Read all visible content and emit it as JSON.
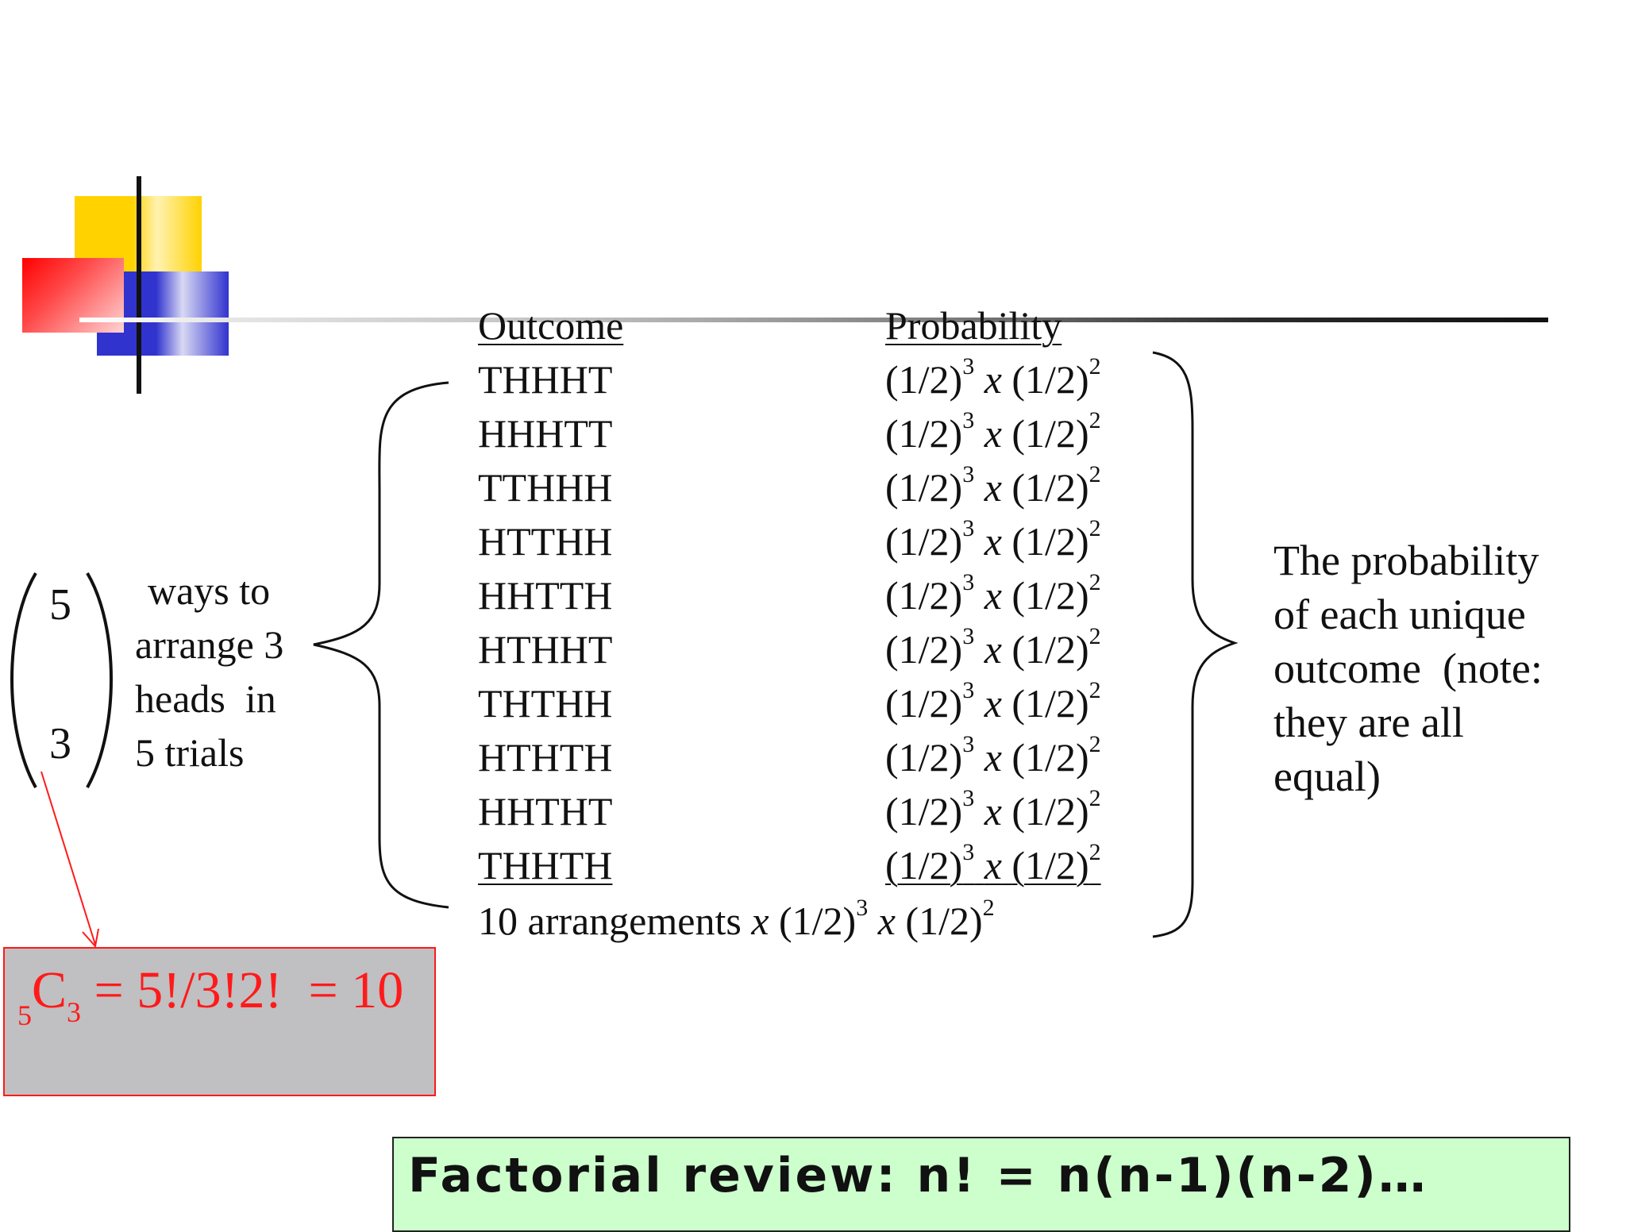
{
  "headers": {
    "outcome": "Outcome",
    "probability": "Probability"
  },
  "outcomes": [
    "THHHT",
    "HHHTT",
    "TTHHH",
    "HTTHH",
    "HHTTH",
    "HTHHT",
    "THTHH",
    "HTHTH",
    "HHTHT",
    "THHTH"
  ],
  "probability_term": {
    "base": "(1/2)",
    "exp1": "3",
    "times": "x",
    "exp2": "2"
  },
  "total_line": {
    "prefix": "10 arrangements",
    "times": "x",
    "base": "(1/2)",
    "exp1": "3",
    "exp2": "2"
  },
  "binomial": {
    "n": "5",
    "k": "3"
  },
  "ways_text": [
    "ways to",
    "arrange 3",
    "heads  in",
    "5 trials"
  ],
  "probability_note": [
    "The probability",
    "of each unique",
    "outcome  (note:",
    "they are all",
    "equal)"
  ],
  "formula": {
    "pre_sub": "5",
    "C": "C",
    "sub": "3",
    "rest": " = 5!/3!2!  = 10"
  },
  "factorial_review": "Factorial review: n! = n(n-1)(n-2)…",
  "colors": {
    "formula_red": "#ff1a1a",
    "formula_box": "#c0bfc1",
    "review_box": "#ccffcc",
    "logo_yellow": "#ffd200",
    "logo_blue": "#3133cf",
    "logo_red": "#ff0000"
  }
}
